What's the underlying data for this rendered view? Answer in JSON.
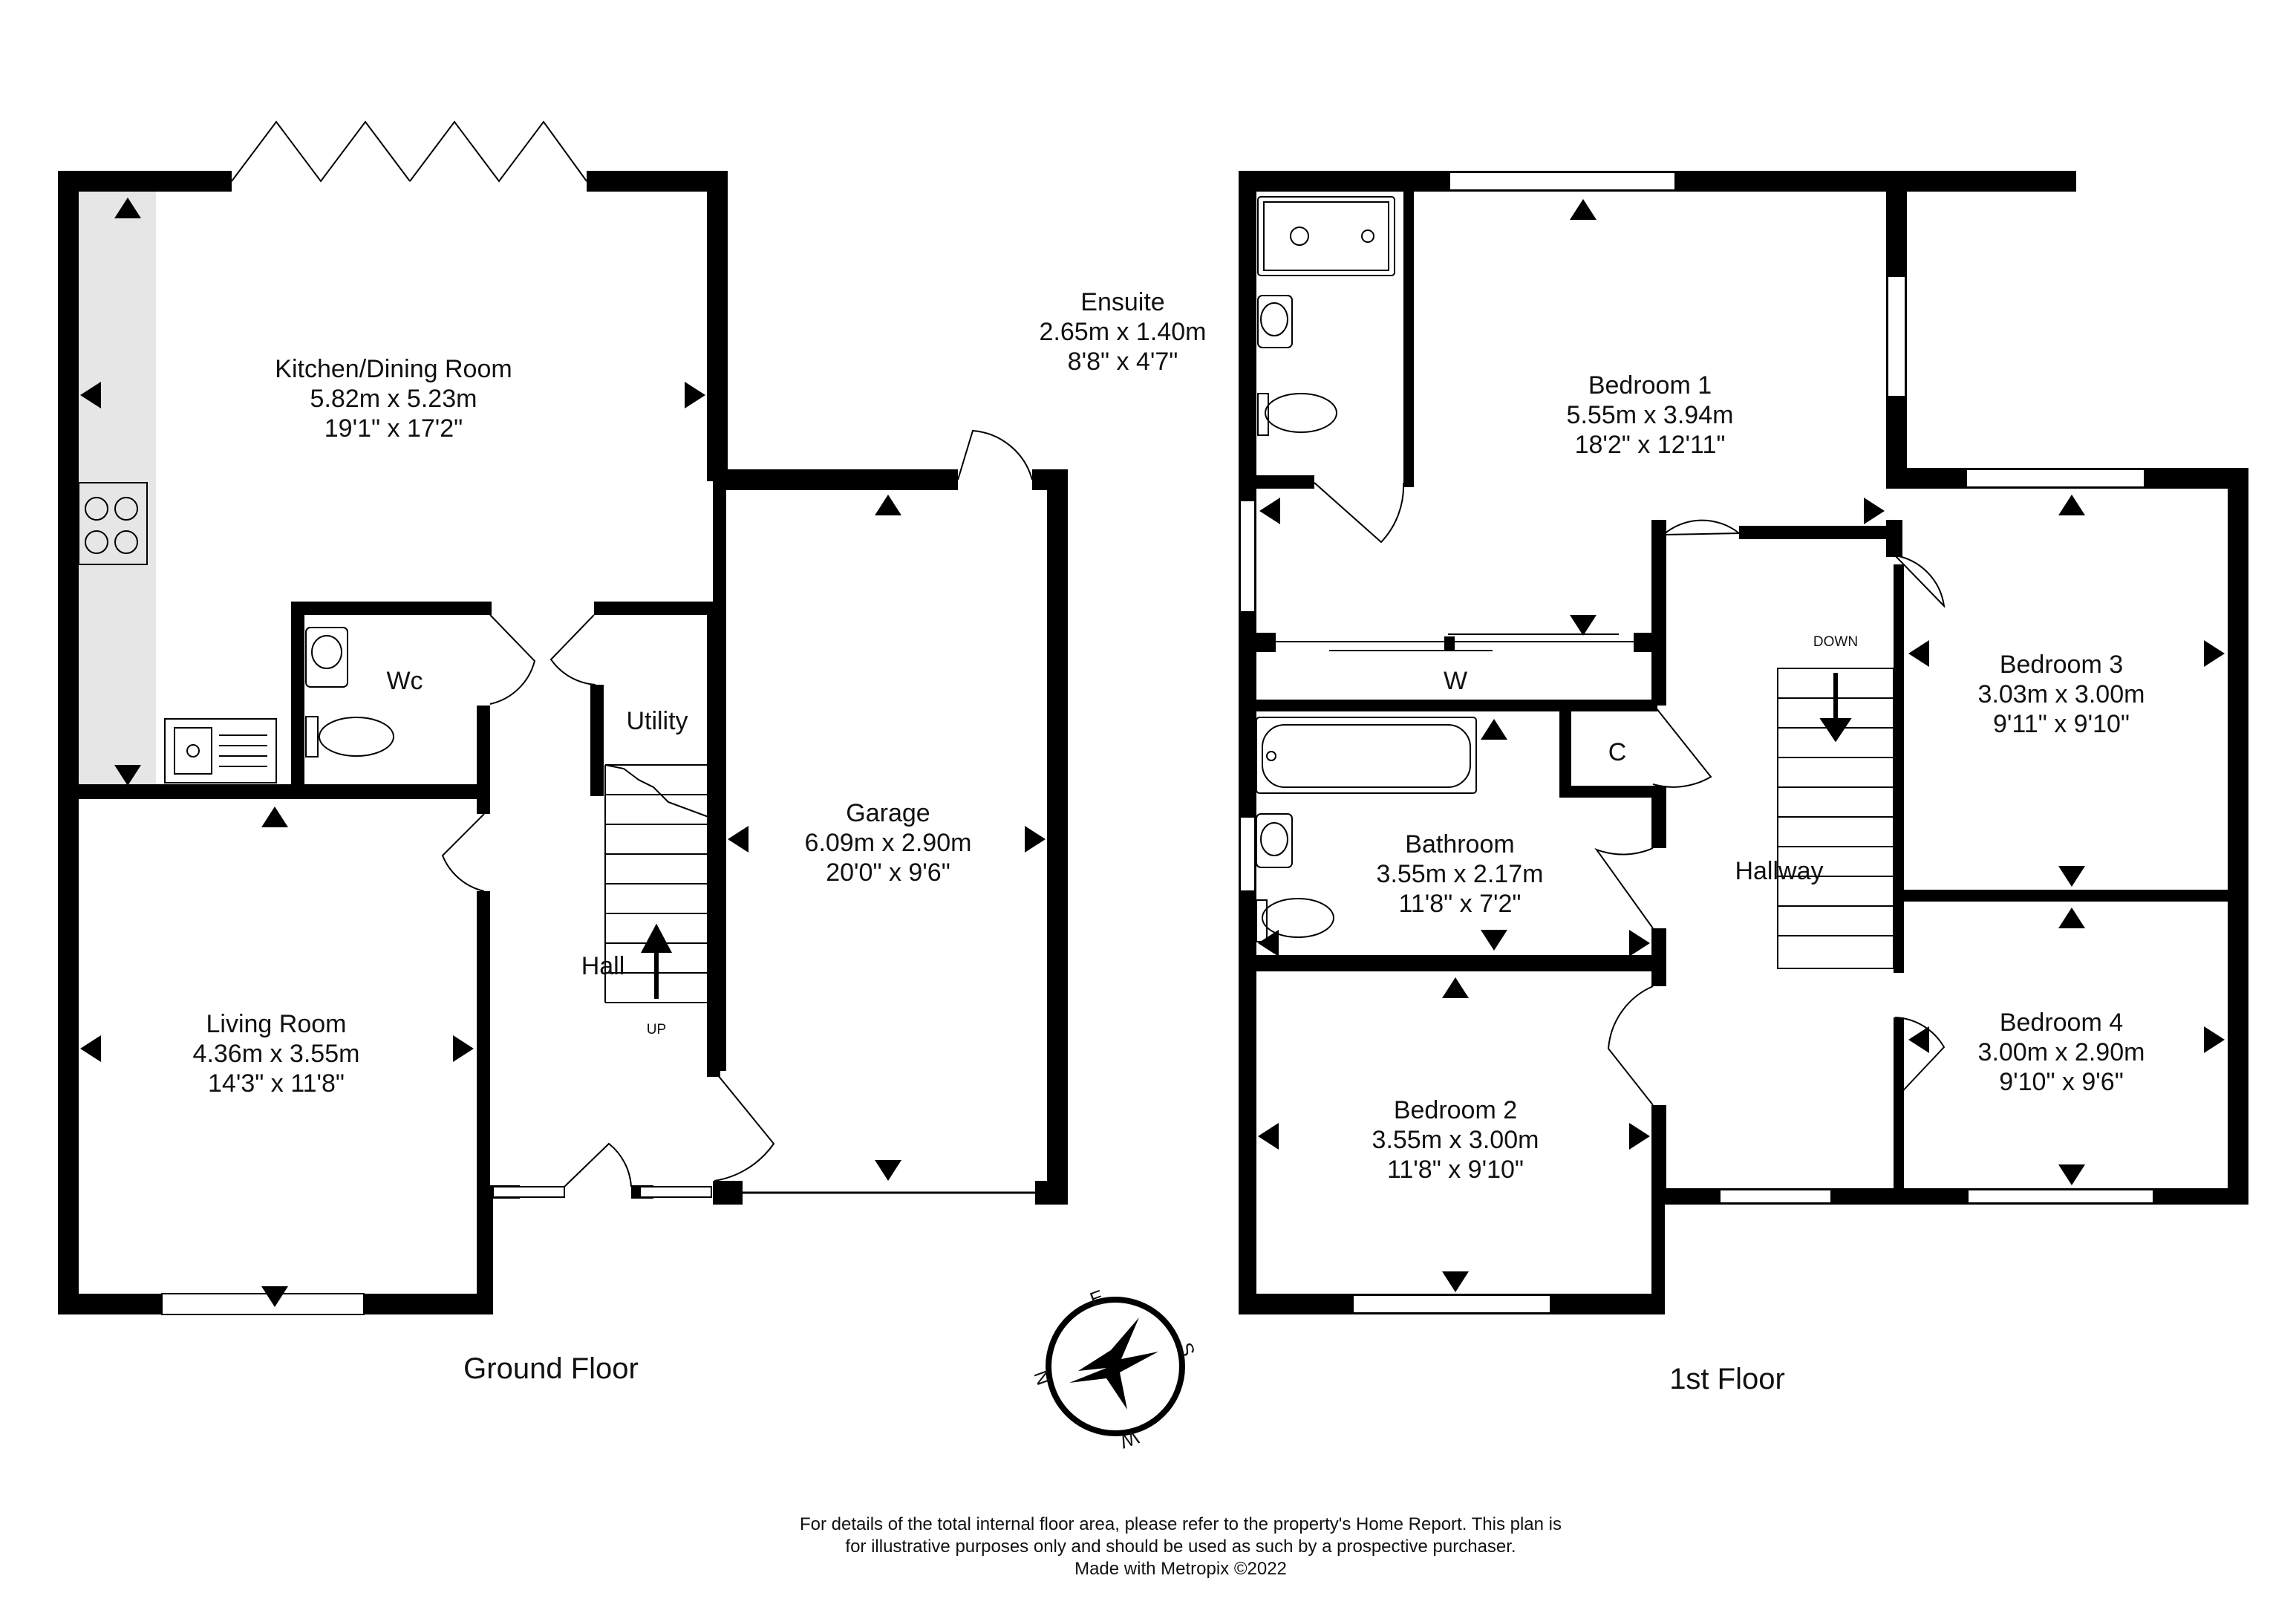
{
  "ground_floor": {
    "label": "Ground Floor",
    "rooms": {
      "kitchen": {
        "name": "Kitchen/Dining Room",
        "metric": "5.82m  x 5.23m",
        "imperial": "19'1\"  x 17'2\""
      },
      "living": {
        "name": "Living Room",
        "metric": "4.36m  x 3.55m",
        "imperial": "14'3\"  x 11'8\""
      },
      "garage": {
        "name": "Garage",
        "metric": "6.09m  x 2.90m",
        "imperial": "20'0\"  x 9'6\""
      },
      "wc": {
        "name": "Wc"
      },
      "utility": {
        "name": "Utility"
      },
      "hall": {
        "name": "Hall"
      }
    },
    "stairs_label": "UP"
  },
  "first_floor": {
    "label": "1st Floor",
    "rooms": {
      "ensuite": {
        "name": "Ensuite",
        "metric": "2.65m  x 1.40m",
        "imperial": "8'8\"  x 4'7\""
      },
      "bedroom1": {
        "name": "Bedroom 1",
        "metric": "5.55m  x 3.94m",
        "imperial": "18'2\"  x 12'11\""
      },
      "bedroom2": {
        "name": "Bedroom 2",
        "metric": "3.55m  x 3.00m",
        "imperial": "11'8\"  x 9'10\""
      },
      "bedroom3": {
        "name": "Bedroom 3",
        "metric": "3.03m  x 3.00m",
        "imperial": "9'11\"  x 9'10\""
      },
      "bedroom4": {
        "name": "Bedroom 4",
        "metric": "3.00m  x 2.90m",
        "imperial": "9'10\"  x 9'6\""
      },
      "bathroom": {
        "name": "Bathroom",
        "metric": "3.55m  x 2.17m",
        "imperial": "11'8\"  x 7'2\""
      },
      "hallway": {
        "name": "Hallway"
      },
      "wardrobe": {
        "name": "W"
      },
      "cupboard": {
        "name": "C"
      }
    },
    "stairs_label": "DOWN"
  },
  "compass": {
    "n": "N",
    "e": "E",
    "s": "S",
    "w": "W"
  },
  "footer": {
    "line1": "For details of the total internal floor area, please refer to the property's Home Report. This plan is",
    "line2": "for illustrative purposes only and should be used as such by a prospective purchaser.",
    "line3": "Made with Metropix ©2022"
  },
  "colors": {
    "wall": "#000000",
    "worktop": "#e6e6e6",
    "window": "#ffffff"
  }
}
